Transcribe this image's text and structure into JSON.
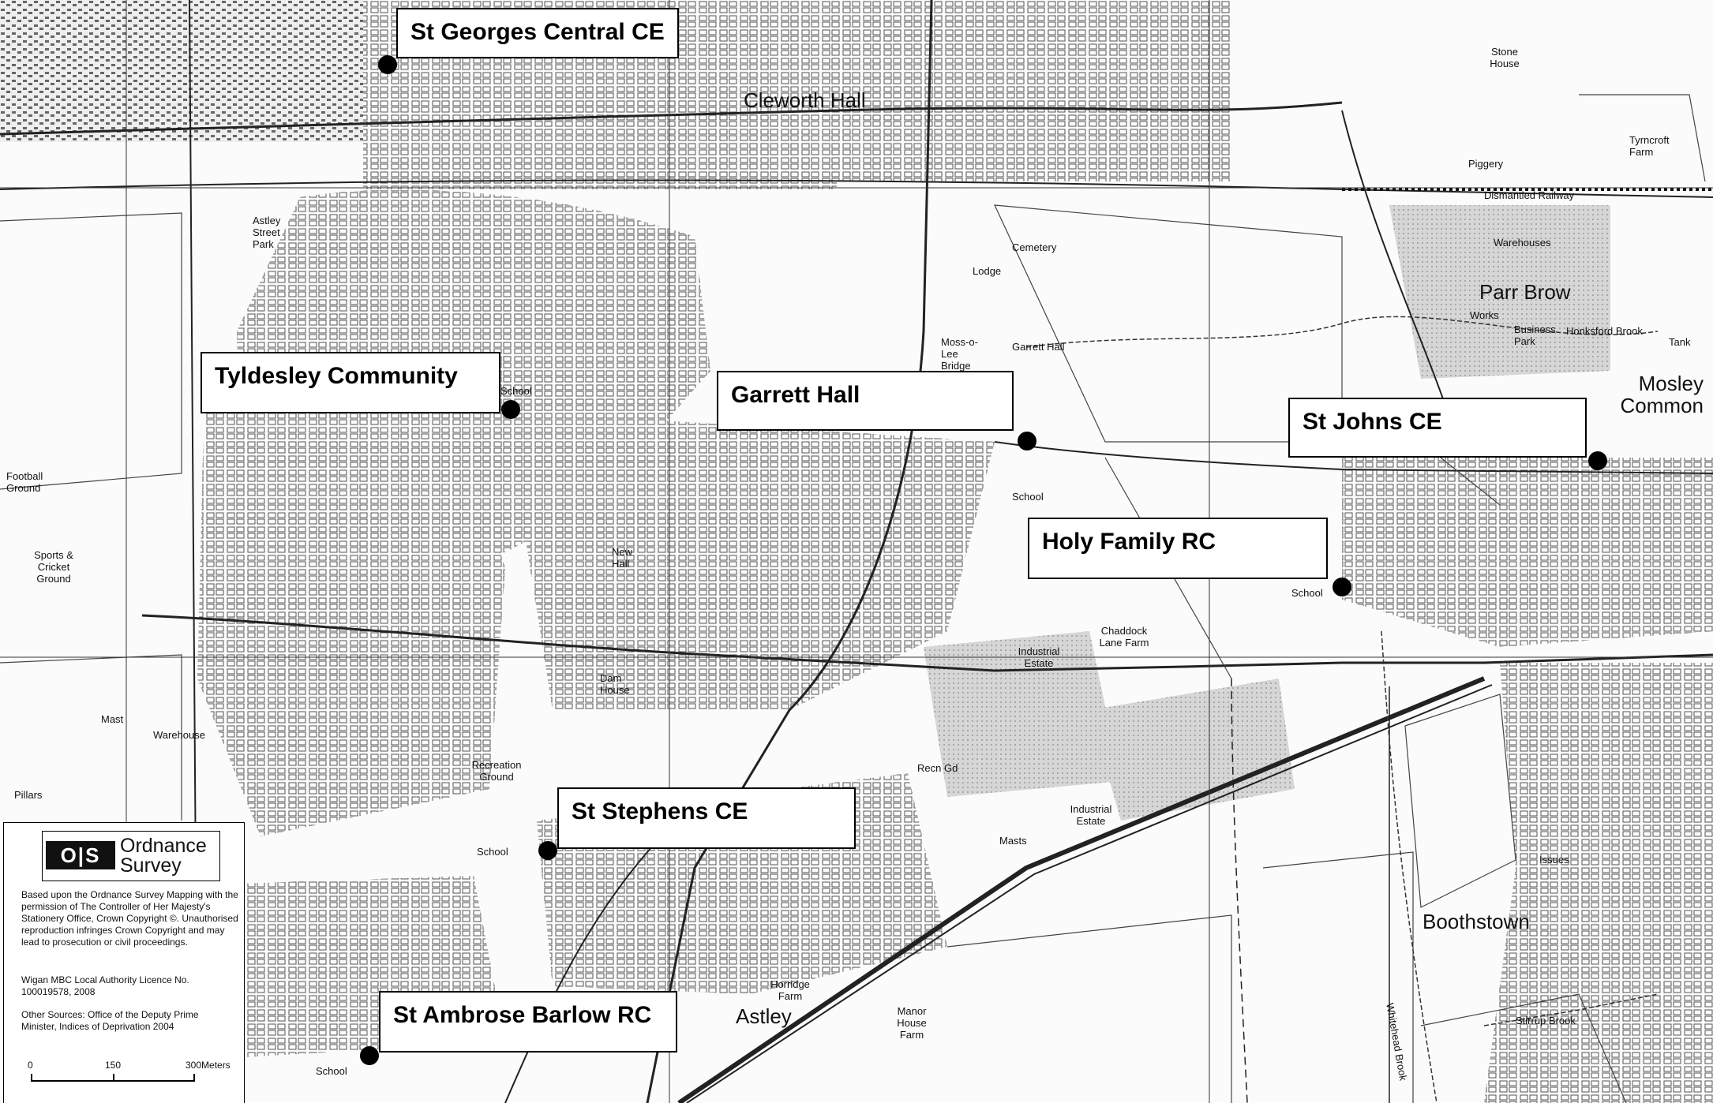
{
  "schools": [
    {
      "label": "St Georges Central CE"
    },
    {
      "label": "Tyldesley Community"
    },
    {
      "label": "Garrett Hall"
    },
    {
      "label": "St Johns CE"
    },
    {
      "label": "Holy Family RC"
    },
    {
      "label": "St Stephens CE"
    },
    {
      "label": "St Ambrose Barlow RC"
    }
  ],
  "places": [
    "Cleworth Hall",
    "Parr Brow",
    "Mosley Common",
    "Boothstown",
    "Astley",
    "Garrett Hall",
    "Moss-o-Lee Bridge",
    "New Hall",
    "Dam House",
    "Recreation Ground",
    "Industrial Estate",
    "Industrial Estate",
    "Chaddock Lane Farm",
    "Warehouse",
    "Warehouses",
    "Works",
    "Business Park",
    "Tyrncroft Farm",
    "Piggery",
    "Dismantled Railway",
    "Sports & Cricket Ground",
    "Lodge",
    "Cemetery",
    "Horridge Farm",
    "Manor House Farm",
    "Stone House",
    "Stirrup Brook",
    "Honksford Brook",
    "Astley Street Park",
    "Football Ground",
    "Recn Gd",
    "Pillars",
    "Mast",
    "Masts",
    "Tank",
    "Issues",
    "Whitehead Brook",
    "School"
  ],
  "legend": {
    "logo_mark": "O|S",
    "logo_name": "Ordnance Survey",
    "copyright": "Based upon the Ordnance Survey Mapping with the permission of The Controller of Her Majesty's Stationery Office, Crown Copyright ©. Unauthorised reproduction infringes Crown Copyright and may lead to prosecution or civil proceedings.",
    "licence": "Wigan MBC Local Authority Licence No. 100019578, 2008",
    "sources": "Other Sources: Office of the Deputy Prime Minister, Indices of Deprivation 2004",
    "scale": {
      "labels": [
        "0",
        "150",
        "300Meters"
      ]
    }
  },
  "colors": {
    "label_bg": "#ffffff",
    "label_border": "#000000",
    "dot": "#000000",
    "ink": "#111111",
    "paper": "#fbfbfb"
  }
}
